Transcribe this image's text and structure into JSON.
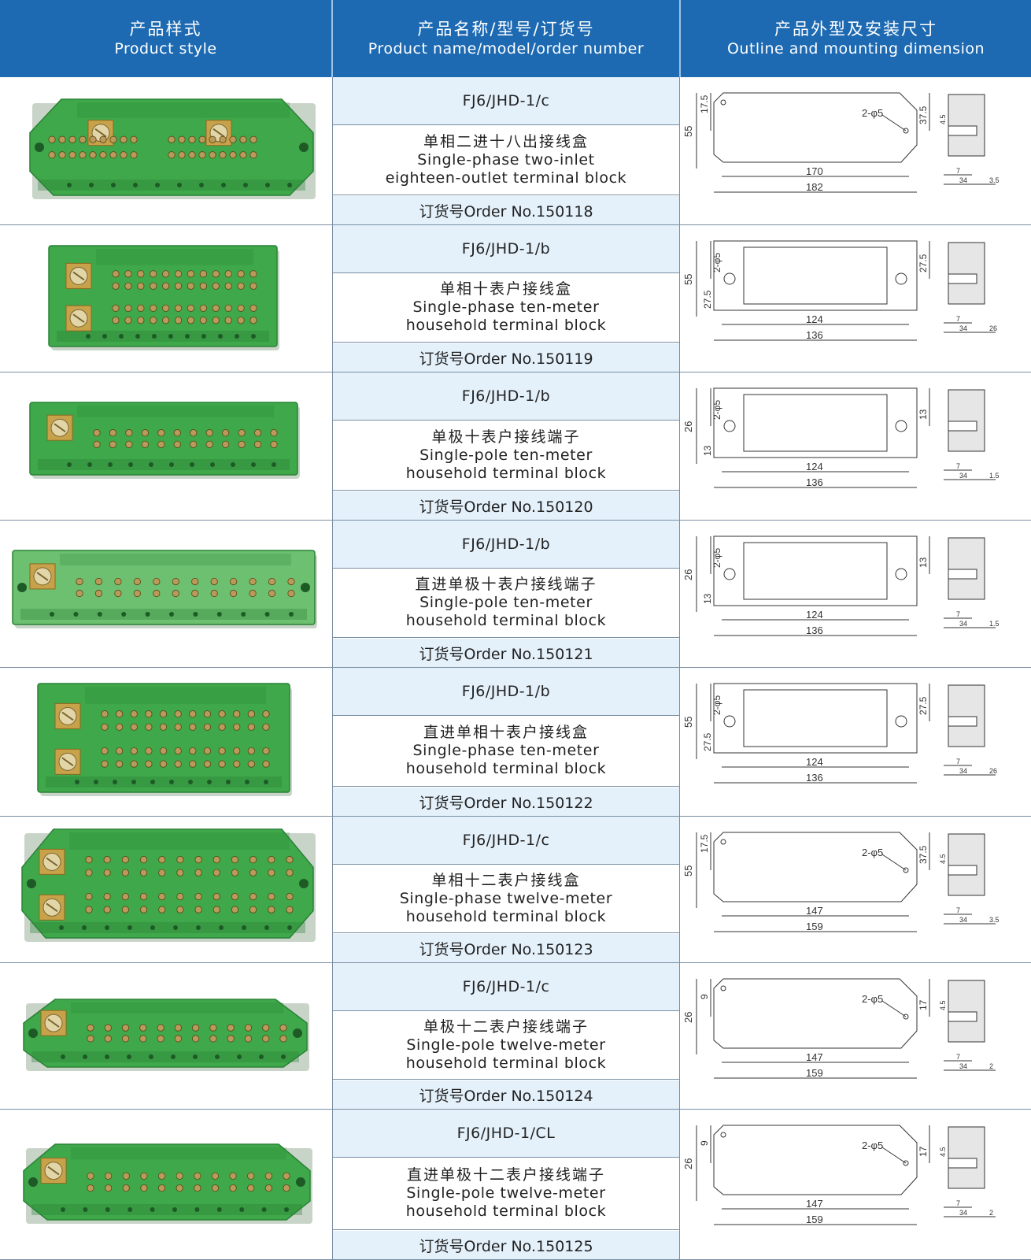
{
  "header": {
    "col1_cn": "产品样式",
    "col1_en": "Product style",
    "col2_cn": "产品名称/型号/订货号",
    "col2_en": "Product name/model/order number",
    "col3_cn": "产品外型及安装尺寸",
    "col3_en": "Outline and mounting dimension"
  },
  "colors": {
    "header_bg": "#1d6ab3",
    "cell_tint": "#e4f1fb",
    "product_green": "#3ea84a",
    "product_dark": "#2a8236"
  },
  "products": [
    {
      "model": "FJ6/JHD-1/c",
      "name_cn": "单相二进十八出接线盒",
      "name_en1": "Single-phase two-inlet",
      "name_en2": "eighteen-outlet terminal block",
      "order": "订货号Order No.150118",
      "dims": {
        "kind": "chamfer",
        "height": "55",
        "top": "17.5",
        "right": "37.5",
        "holes": "2-φ5",
        "inner": "170",
        "outer": "182",
        "side_a": "7",
        "side_b": "34",
        "side_c": "3.5",
        "side_d": "4.5"
      }
    },
    {
      "model": "FJ6/JHD-1/b",
      "name_cn": "单相十表户接线盒",
      "name_en1": "Single-phase ten-meter",
      "name_en2": "household terminal block",
      "order": "订货号Order No.150119",
      "dims": {
        "kind": "rect",
        "height": "55",
        "top": "2-φ5",
        "left": "27.5",
        "right": "27.5",
        "inner": "124",
        "outer": "136",
        "side_a": "7",
        "side_b": "34",
        "side_c": "26"
      }
    },
    {
      "model": "FJ6/JHD-1/b",
      "name_cn": "单极十表户接线端子",
      "name_en1": "Single-pole ten-meter",
      "name_en2": "household terminal block",
      "order": "订货号Order No.150120",
      "dims": {
        "kind": "rect",
        "height": "26",
        "top": "2-φ5",
        "left": "13",
        "right": "13",
        "inner": "124",
        "outer": "136",
        "side_a": "7",
        "side_b": "34",
        "side_c": "1.5"
      }
    },
    {
      "model": "FJ6/JHD-1/b",
      "name_cn": "直进单极十表户接线端子",
      "name_en1": "Single-pole ten-meter",
      "name_en2": "household terminal block",
      "order": "订货号Order No.150121",
      "dims": {
        "kind": "rect",
        "height": "26",
        "top": "2-φ5",
        "left": "13",
        "right": "13",
        "inner": "124",
        "outer": "136",
        "side_a": "7",
        "side_b": "34",
        "side_c": "1.5"
      }
    },
    {
      "model": "FJ6/JHD-1/b",
      "name_cn": "直进单相十表户接线盒",
      "name_en1": "Single-phase ten-meter",
      "name_en2": "household terminal block",
      "order": "订货号Order No.150122",
      "dims": {
        "kind": "rect",
        "height": "55",
        "top": "2-φ5",
        "left": "27.5",
        "right": "27.5",
        "inner": "124",
        "outer": "136",
        "side_a": "7",
        "side_b": "34",
        "side_c": "26"
      }
    },
    {
      "model": "FJ6/JHD-1/c",
      "name_cn": "单相十二表户接线盒",
      "name_en1": "Single-phase twelve-meter",
      "name_en2": "household terminal block",
      "order": "订货号Order No.150123",
      "dims": {
        "kind": "chamfer",
        "height": "55",
        "top": "17.5",
        "right": "37.5",
        "holes": "2-φ5",
        "inner": "147",
        "outer": "159",
        "side_a": "7",
        "side_b": "34",
        "side_c": "3.5",
        "side_d": "4.5"
      }
    },
    {
      "model": "FJ6/JHD-1/c",
      "name_cn": "单极十二表户接线端子",
      "name_en1": "Single-pole twelve-meter",
      "name_en2": "household terminal block",
      "order": "订货号Order No.150124",
      "dims": {
        "kind": "chamfer",
        "height": "26",
        "top": "9",
        "right": "17",
        "holes": "2-φ5",
        "inner": "147",
        "outer": "159",
        "side_a": "7",
        "side_b": "34",
        "side_c": "2",
        "side_d": "4.5"
      }
    },
    {
      "model": "FJ6/JHD-1/CL",
      "name_cn": "直进单极十二表户接线端子",
      "name_en1": "Single-pole twelve-meter",
      "name_en2": "household terminal block",
      "order": "订货号Order No.150125",
      "dims": {
        "kind": "chamfer",
        "height": "26",
        "top": "9",
        "right": "17",
        "holes": "2-φ5",
        "inner": "147",
        "outer": "159",
        "side_a": "7",
        "side_b": "34",
        "side_c": "2",
        "side_d": "4.5"
      }
    }
  ]
}
